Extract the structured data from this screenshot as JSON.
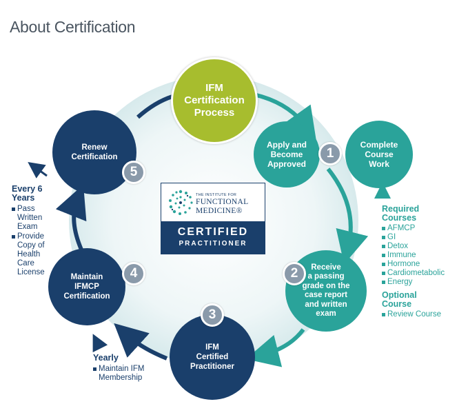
{
  "page": {
    "title": "About Certification"
  },
  "nodes": {
    "process": "IFM\nCertification\nProcess",
    "apply": "Apply and\nBecome\nApproved",
    "complete": "Complete\nCourse\nWork",
    "receive": "Receive\na passing\ngrade on the\ncase report\nand written\nexam",
    "certified": "IFM\nCertified\nPractitioner",
    "maintain": "Maintain\nIFMCP\nCertification",
    "renew": "Renew\nCertification"
  },
  "badges": [
    "1",
    "2",
    "3",
    "4",
    "5"
  ],
  "required_courses": {
    "heading": "Required\nCourses",
    "items": [
      "AFMCP",
      "GI",
      "Detox",
      "Immune",
      "Hormone",
      "Cardiometabolic",
      "Energy"
    ]
  },
  "optional_course": {
    "heading": "Optional\nCourse",
    "items": [
      "Review Course"
    ]
  },
  "every_six_years": {
    "heading": "Every 6\nYears",
    "items": [
      "Pass\nWritten\nExam",
      "Provide\nCopy of\nHealth\nCare\nLicense"
    ]
  },
  "yearly": {
    "heading": "Yearly",
    "items": [
      "Maintain IFM\nMembership"
    ]
  },
  "logo": {
    "line1": "THE INSTITUTE FOR",
    "line2": "FUNCTIONAL",
    "line3": "MEDICINE®",
    "certified": "CERTIFIED",
    "practitioner": "PRACTITIONER"
  },
  "colors": {
    "lime": "#a7bd2e",
    "teal": "#2aa39a",
    "navy": "#1a3f6b",
    "badge": "#8a9aaa"
  }
}
